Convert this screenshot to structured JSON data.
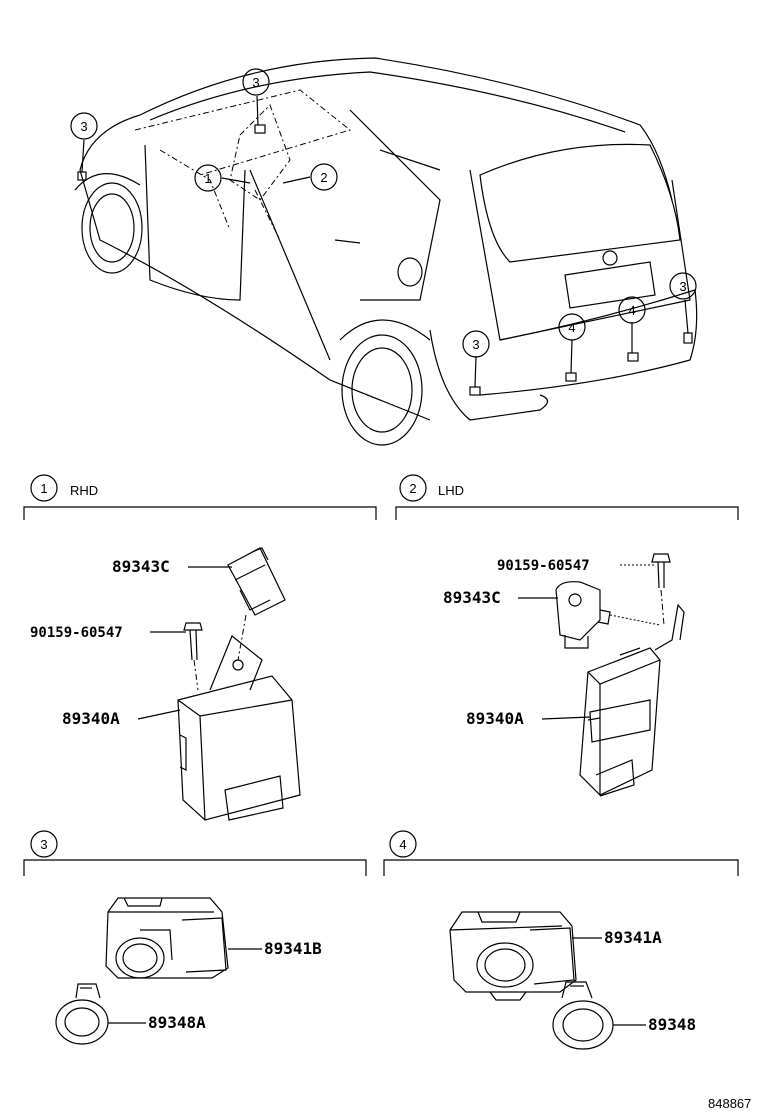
{
  "car": {
    "callouts": [
      "3",
      "1",
      "2",
      "3",
      "3",
      "4",
      "4",
      "3"
    ]
  },
  "sections": [
    {
      "num": "1",
      "label": "RHD"
    },
    {
      "num": "2",
      "label": "LHD"
    },
    {
      "num": "3",
      "label": ""
    },
    {
      "num": "4",
      "label": ""
    }
  ],
  "parts": {
    "rhd_connector": "89343C",
    "rhd_bolt": "90159-60547",
    "rhd_ecu": "89340A",
    "lhd_bolt": "90159-60547",
    "lhd_connector": "89343C",
    "lhd_ecu": "89340A",
    "s3_sensor": "89341B",
    "s3_retainer": "89348A",
    "s4_sensor": "89341A",
    "s4_retainer": "89348"
  },
  "figure_id": "848867"
}
